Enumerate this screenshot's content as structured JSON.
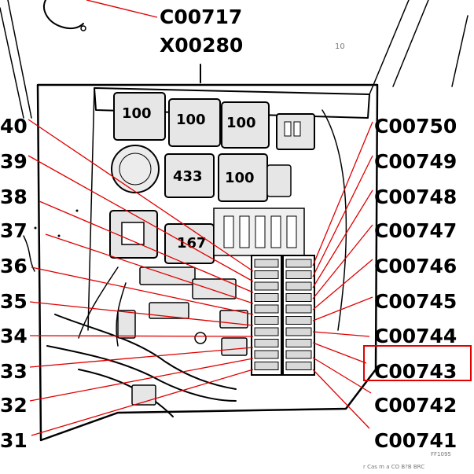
{
  "header": {
    "connector_top": "C00717",
    "connector_bottom": "X00280",
    "small_mark": "10"
  },
  "relays": [
    "100",
    "100",
    "100",
    "433",
    "100",
    "167"
  ],
  "left_labels": [
    "40",
    "39",
    "38",
    "37",
    "36",
    "35",
    "34",
    "33",
    "32",
    "31"
  ],
  "right_labels": [
    "C00750",
    "C00749",
    "C00748",
    "C00747",
    "C00746",
    "C00745",
    "C00744",
    "C00743",
    "C00742",
    "C00741"
  ],
  "highlighted": "C00743",
  "footer": {
    "line1": "FF1095",
    "line2": "r Cas m a CO  B?B  BRC"
  },
  "colors": {
    "leader": "#e00000",
    "highlight_box": "#e00000",
    "ink": "#000000"
  }
}
